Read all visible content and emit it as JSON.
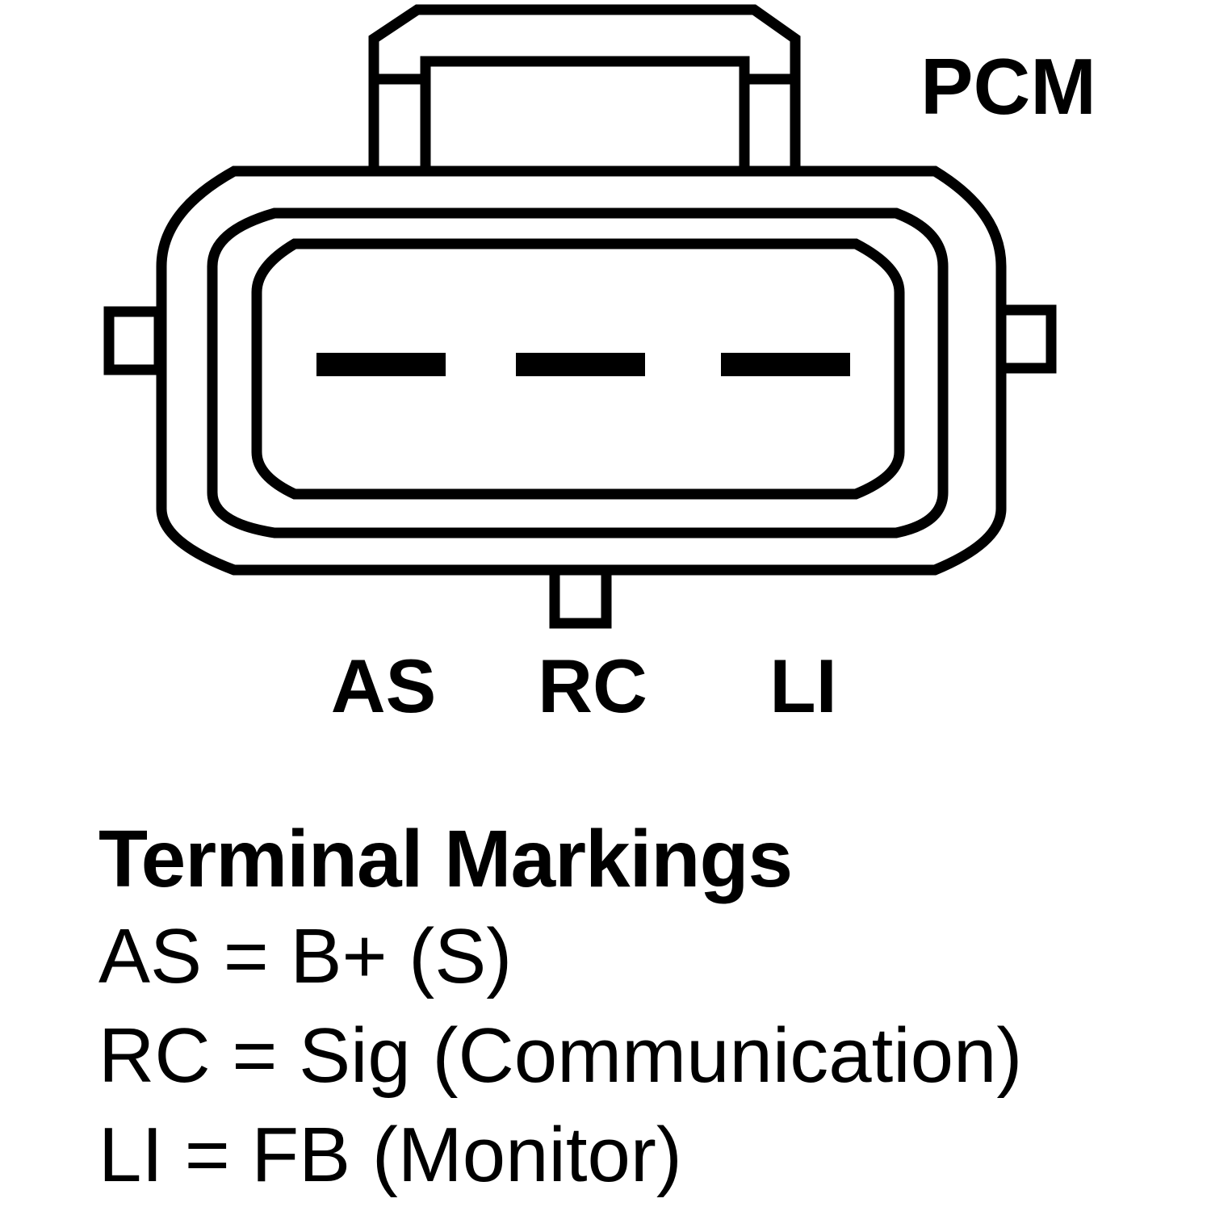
{
  "diagram": {
    "connector_name": "PCM",
    "terminals": [
      {
        "label": "AS"
      },
      {
        "label": "RC"
      },
      {
        "label": "LI"
      }
    ]
  },
  "legend": {
    "title": "Terminal Markings",
    "lines": [
      "AS = B+ (S)",
      "RC = Sig (Communication)",
      "LI = FB (Monitor)"
    ]
  }
}
